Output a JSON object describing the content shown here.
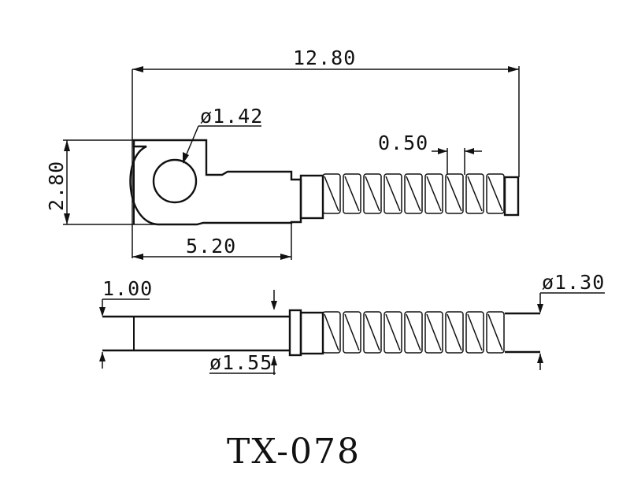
{
  "dimensions": {
    "total_length": "12.80",
    "hole_diameter": "ø1.42",
    "coil_pitch": "0.50",
    "lug_height": "2.80",
    "lug_length": "5.20",
    "side_offset": "1.00",
    "tip_diameter": "ø1.30",
    "collar_diameter": "ø1.55"
  },
  "part_number": "TX-078",
  "colors": {
    "line": "#111111",
    "background": "#ffffff"
  }
}
